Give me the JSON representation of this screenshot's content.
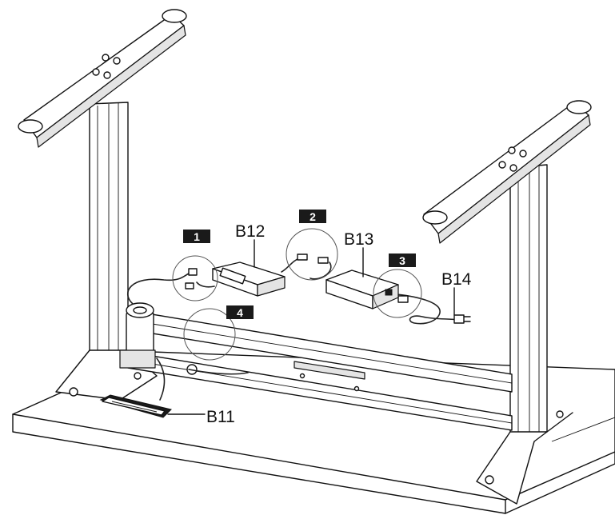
{
  "figure": {
    "steps": [
      {
        "number": "1"
      },
      {
        "number": "2"
      },
      {
        "number": "3"
      },
      {
        "number": "4"
      }
    ],
    "parts": [
      {
        "label": "B11"
      },
      {
        "label": "B12"
      },
      {
        "label": "B13"
      },
      {
        "label": "B14"
      }
    ]
  }
}
